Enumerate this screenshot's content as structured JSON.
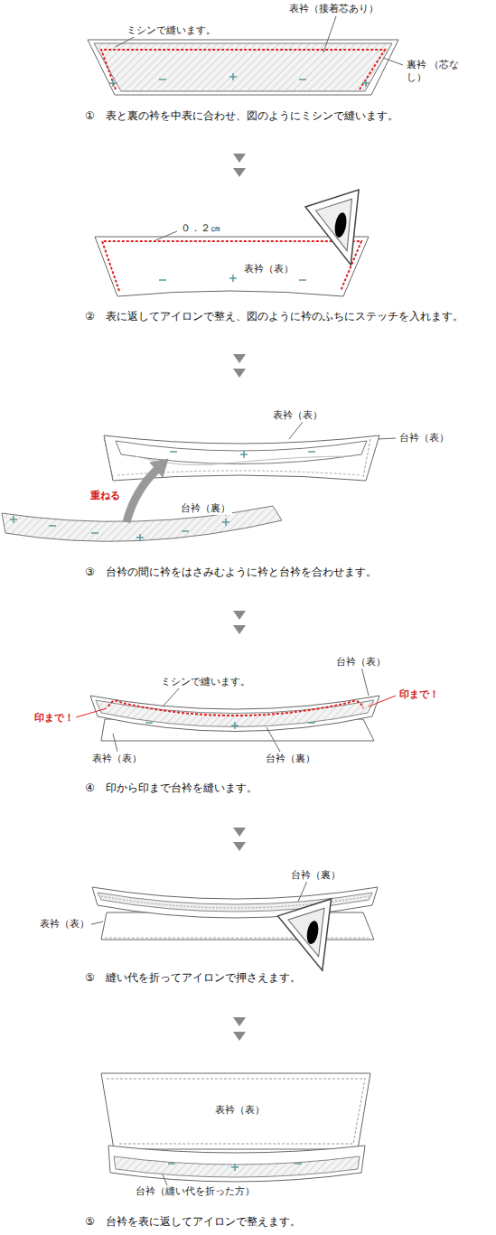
{
  "diagram": {
    "labels": [
      "ミシンで縫います。",
      "表衿（接着芯あり）",
      "裏衿 （芯なし）",
      "①　表と裏の衿を中表に合わせ、図のようにミシンで縫います。",
      "０．２㎝",
      "表衿（表）",
      "②　表に返してアイロンで整え、図のように衿のふちにステッチを入れます。",
      "表衿（表）",
      "台衿（表）",
      "重ねる",
      "台衿（裏）",
      "③　台衿の間に衿をはさみむように衿と台衿を合わせます。",
      "台衿（表）",
      "ミシンで縫います。",
      "印まで！",
      "印まで！",
      "表衿（表）",
      "台衿（裏）",
      "④　印から印まで台衿を縫います。",
      "台衿（裏）",
      "表衿（表）",
      "⑤　縫い代を折ってアイロンで押さえます。",
      "表衿（表）",
      "台衿（縫い代を折った方）",
      "⑤　台衿を表に返してアイロンで整えます。"
    ]
  }
}
